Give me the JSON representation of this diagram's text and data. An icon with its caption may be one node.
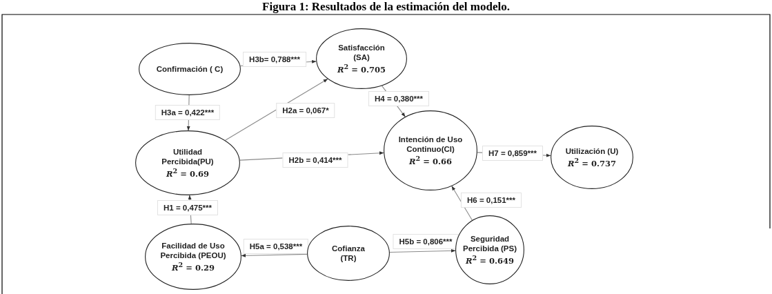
{
  "diagram": {
    "title": "Figura 1: Resultados de la estimación del modelo.",
    "nodes": [
      {
        "text": [
          "Confirmación ( C)"
        ]
      },
      {
        "text": [
          "Satisfacción (SA)",
          "*R*$^{2}$ = 0.705"
        ]
      },
      {
        "text": [
          "Utilidad Percibida(PU)",
          "*R*$^{2}$ = 0.69"
        ]
      },
      {
        "text": [
          "Intención de Uso Continuo(CI)",
          "*R*$^{2}$ = 0.66"
        ]
      },
      {
        "text": [
          "Utilización (U)",
          "*R*$^{2}$ = 0.737"
        ]
      },
      {
        "text": [
          "Facilidad de Uso Percibida (PEOU)",
          "*R*$^{2}$ = 0.29"
        ]
      },
      {
        "text": [
          "Cofianza (TR)"
        ]
      },
      {
        "text": [
          "Seguridad Percibida (PS)",
          "*R*$^{2}$ = 0.649"
        ]
      }
    ],
    "edges": [
      {
        "from": 0,
        "to": 1,
        "arrow": "to",
        "label": "H3b= 0,788***"
      },
      {
        "from": 0,
        "to": 2,
        "arrow": "to",
        "label": "H3a = 0,422***"
      },
      {
        "from": 2,
        "to": 1,
        "arrow": "to",
        "label": "H2a = 0,067*"
      },
      {
        "from": 1,
        "to": 3,
        "arrow": "to",
        "label": "H4 = 0,380***"
      },
      {
        "from": 2,
        "to": 3,
        "arrow": "to",
        "label": "H2b = 0,414***"
      },
      {
        "from": 3,
        "to": 4,
        "arrow": "to",
        "label": "H7 = 0,859***"
      },
      {
        "from": 7,
        "to": 3,
        "arrow": "to",
        "label": "H6 = 0,151***"
      },
      {
        "from": 5,
        "to": 2,
        "arrow": "to",
        "label": "H1 = 0,475***"
      },
      {
        "from": 6,
        "to": 5,
        "arrow": "to",
        "label": "H5a = 0,538***"
      },
      {
        "from": 6,
        "to": 7,
        "arrow": "to",
        "label": "H5b = 0,806***"
      }
    ]
  }
}
